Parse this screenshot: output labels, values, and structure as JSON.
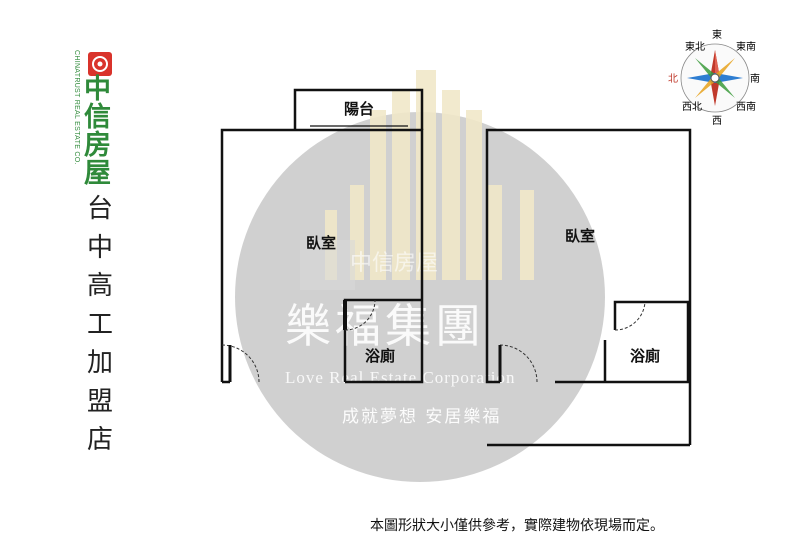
{
  "logo": {
    "en": "CHINATRUST REAL ESTATE CO.",
    "zh": "中信房屋",
    "brand_green": "#2f8a3a",
    "brand_red": "#d9332b"
  },
  "store_name": [
    "台",
    "中",
    "高",
    "工",
    "加",
    "盟",
    "店"
  ],
  "compass": {
    "east": "東",
    "south": "南",
    "west": "西",
    "north": "北",
    "northeast": "東北",
    "southeast": "東南",
    "northwest": "西北",
    "southwest": "西南"
  },
  "floorplan": {
    "balcony": "陽台",
    "left_bedroom": "臥室",
    "right_bedroom": "臥室",
    "left_bathroom": "浴廁",
    "right_bathroom": "浴廁"
  },
  "watermark": {
    "group": "樂福集團",
    "english": "Love Real Estate Corporation",
    "slogan": "成就夢想 安居樂福",
    "logo_text": "中信房屋"
  },
  "disclaimer": "本圖形狀大小僅供參考，實際建物依現場而定。"
}
